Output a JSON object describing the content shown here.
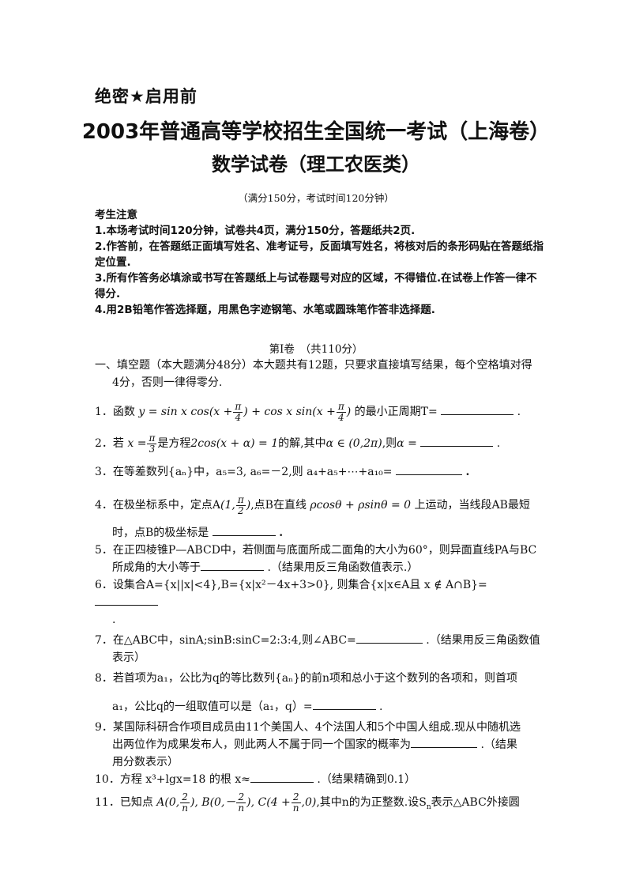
{
  "header": {
    "secret": "绝密★启用前",
    "title": "2003年普通高等学校招生全国统一考试（上海卷）",
    "subtitle": "数学试卷（理工农医类）",
    "info": "（满分150分，考试时间120分钟）"
  },
  "notes": {
    "heading": "考生注意",
    "items": [
      "1.本场考试时间120分钟，试卷共4页，满分150分，答题纸共2页.",
      "2.作答前，在答题纸正面填写姓名、准考证号，反面填写姓名，将核对后的条形码贴在答题纸指定位置.",
      "3.所有作答务必填涂或书写在答题纸上与试卷题号对应的区域，不得错位.在试卷上作答一律不得分.",
      "4.用2B铅笔作答选择题，用黑色字迹钢笔、水笔或圆珠笔作答非选择题."
    ]
  },
  "part": "第Ⅰ卷　（共110分）",
  "section": {
    "line1": "一、填空题（本大题满分48分）本大题共有12题，只要求直接填写结果，每个空格填对得",
    "line2": "4分，否则一律得零分."
  },
  "questions": {
    "q1": {
      "prefix": "1．函数",
      "formula": "y = sin x cos(x + π/4) + cos x sin(x + π/4)",
      "suffix": "的最小正周期T="
    },
    "q2": {
      "prefix": "2．若",
      "formula": "x = π/3 是方程 2cos(x + α) = 1 的解, 其中 α ∈ (0, 2π), 则 α ="
    },
    "q3": {
      "text": "3．在等差数列{aₙ}中，a₅=3, a₆=－2,则 a₄+a₅+⋯+a₁₀="
    },
    "q4": {
      "line1": "4．在极坐标系中，定点A(1, π/2),点B在直线 ρcosθ + ρsinθ = 0 上运动，当线段AB最短",
      "line2": "时，点B的极坐标是"
    },
    "q5": {
      "line1": "5．在正四棱锥P—ABCD中，若侧面与底面所成二面角的大小为60°，则异面直线PA与BC",
      "line2": "所成角的大小等于",
      "line2_tail": ".（结果用反三角函数值表示.）"
    },
    "q6": {
      "text": "6．设集合A={x||x|<4},B={x|x²－4x+3>0}, 则集合{x|x∈A且 x ∉ A∩B}="
    },
    "q7": {
      "line1": "7．在△ABC中，sinA;sinB:sinC=2:3:4,则∠ABC=",
      "line1_tail": ".（结果用反三角函数值",
      "line2": "表示）"
    },
    "q8": {
      "line1": "8．若首项为a₁，公比为q的等比数列{aₙ}的前n项和总小于这个数列的各项和，则首项",
      "line2": "a₁，公比q的一组取值可以是（a₁，q）="
    },
    "q9": {
      "line1": "9．某国际科研合作项目成员由11个美国人、4个法国人和5个中国人组成.现从中随机选",
      "line2": "出两位作为成果发布人，则此两人不属于同一个国家的概率为",
      "line2_tail": ".（结果",
      "line3": "用分数表示）"
    },
    "q10": {
      "text": "10．方程 x³+lgx=18 的根 x≈",
      "tail": ".（结果精确到0.1）"
    },
    "q11": {
      "text": "11．已知点 A(0, 2/n), B(0, －2/n), C(4 + 2/n, 0), 其中n的为正整数.设Sₙ表示△ABC外接圆"
    }
  }
}
